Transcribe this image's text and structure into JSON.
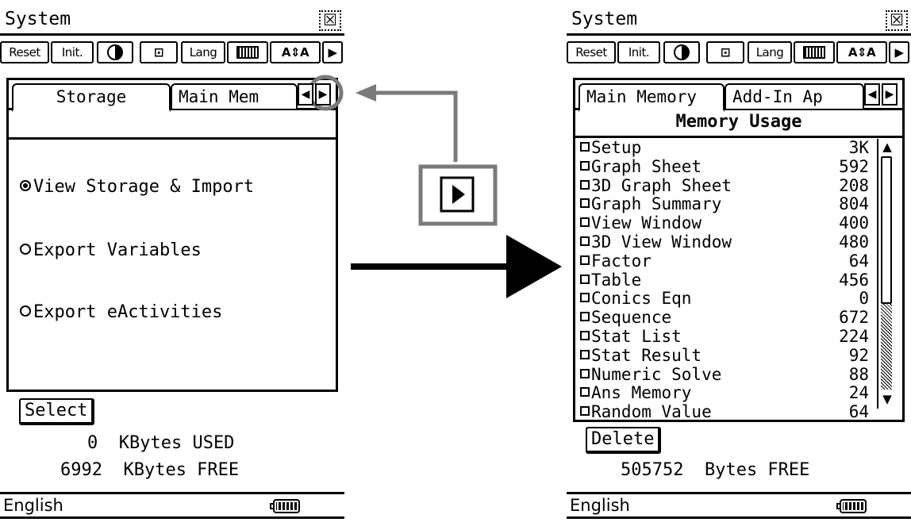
{
  "left": {
    "title": "System",
    "close_glyph": "☒",
    "toolbar": {
      "reset": "Reset",
      "init": "Init.",
      "lang": "Lang",
      "font": "A⇕A",
      "next": "▶",
      "contrast_icon": "contrast-icon",
      "battery_icon": "battery-settings-icon",
      "keyboard_icon": "keyboard-icon"
    },
    "tabs": [
      "Storage",
      "Main Mem"
    ],
    "tab_prev": "◀",
    "tab_next": "▶",
    "options": [
      {
        "label": "View Storage & Import",
        "selected": true
      },
      {
        "label": "Export Variables",
        "selected": false
      },
      {
        "label": "Export eActivities",
        "selected": false
      }
    ],
    "select_button": "Select",
    "used": "0  KBytes USED",
    "free": "6992  KBytes FREE",
    "status_lang": "English"
  },
  "right": {
    "title": "System",
    "close_glyph": "☒",
    "toolbar": {
      "reset": "Reset",
      "init": "Init.",
      "lang": "Lang",
      "font": "A⇕A",
      "next": "▶"
    },
    "tabs": [
      "Main Memory",
      "Add-In Ap"
    ],
    "tab_prev": "◀",
    "tab_next": "▶",
    "heading": "Memory Usage",
    "items": [
      {
        "name": "Setup",
        "value": "3K"
      },
      {
        "name": "Graph Sheet",
        "value": "592"
      },
      {
        "name": "3D Graph Sheet",
        "value": "208"
      },
      {
        "name": "Graph Summary",
        "value": "804"
      },
      {
        "name": "View Window",
        "value": "400"
      },
      {
        "name": "3D View Window",
        "value": "480"
      },
      {
        "name": "Factor",
        "value": "64"
      },
      {
        "name": "Table",
        "value": "456"
      },
      {
        "name": "Conics Eqn",
        "value": "0"
      },
      {
        "name": "Sequence",
        "value": "672"
      },
      {
        "name": "Stat List",
        "value": "224"
      },
      {
        "name": "Stat Result",
        "value": "92"
      },
      {
        "name": "Numeric Solve",
        "value": "88"
      },
      {
        "name": "Ans Memory",
        "value": "24"
      },
      {
        "name": "Random Value",
        "value": "64"
      }
    ],
    "scroll_up": "▲",
    "scroll_down": "▼",
    "delete_button": "Delete",
    "free": "505752  Bytes FREE",
    "status_lang": "English"
  },
  "callout": {
    "glyph": "▶"
  },
  "colors": {
    "callout_gray": "#7a7a7a",
    "ink": "#000000"
  }
}
